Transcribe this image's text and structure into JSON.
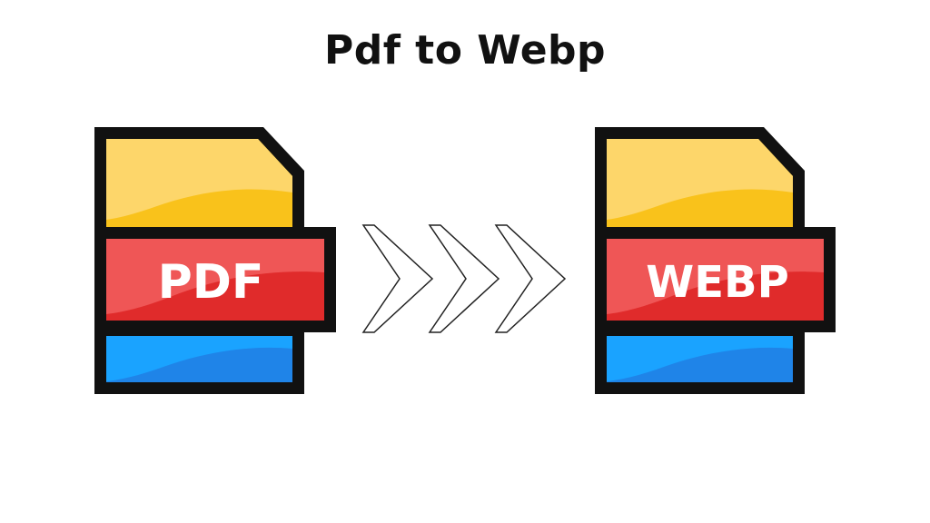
{
  "title": "Pdf to Webp",
  "source_file": {
    "label": "PDF",
    "icon": "pdf-file-icon"
  },
  "target_file": {
    "label": "WEBP",
    "icon": "webp-file-icon"
  },
  "arrows": {
    "icon": "chevron-right-icon",
    "count": 3
  },
  "colors": {
    "top_band": "#f9c21b",
    "top_band_highlight": "#fdd66a",
    "label_band": "#e02b2b",
    "label_band_highlight": "#ef5656",
    "bottom_band": "#1f84e8",
    "bottom_band_highlight": "#1aa3ff",
    "outline": "#111111"
  }
}
